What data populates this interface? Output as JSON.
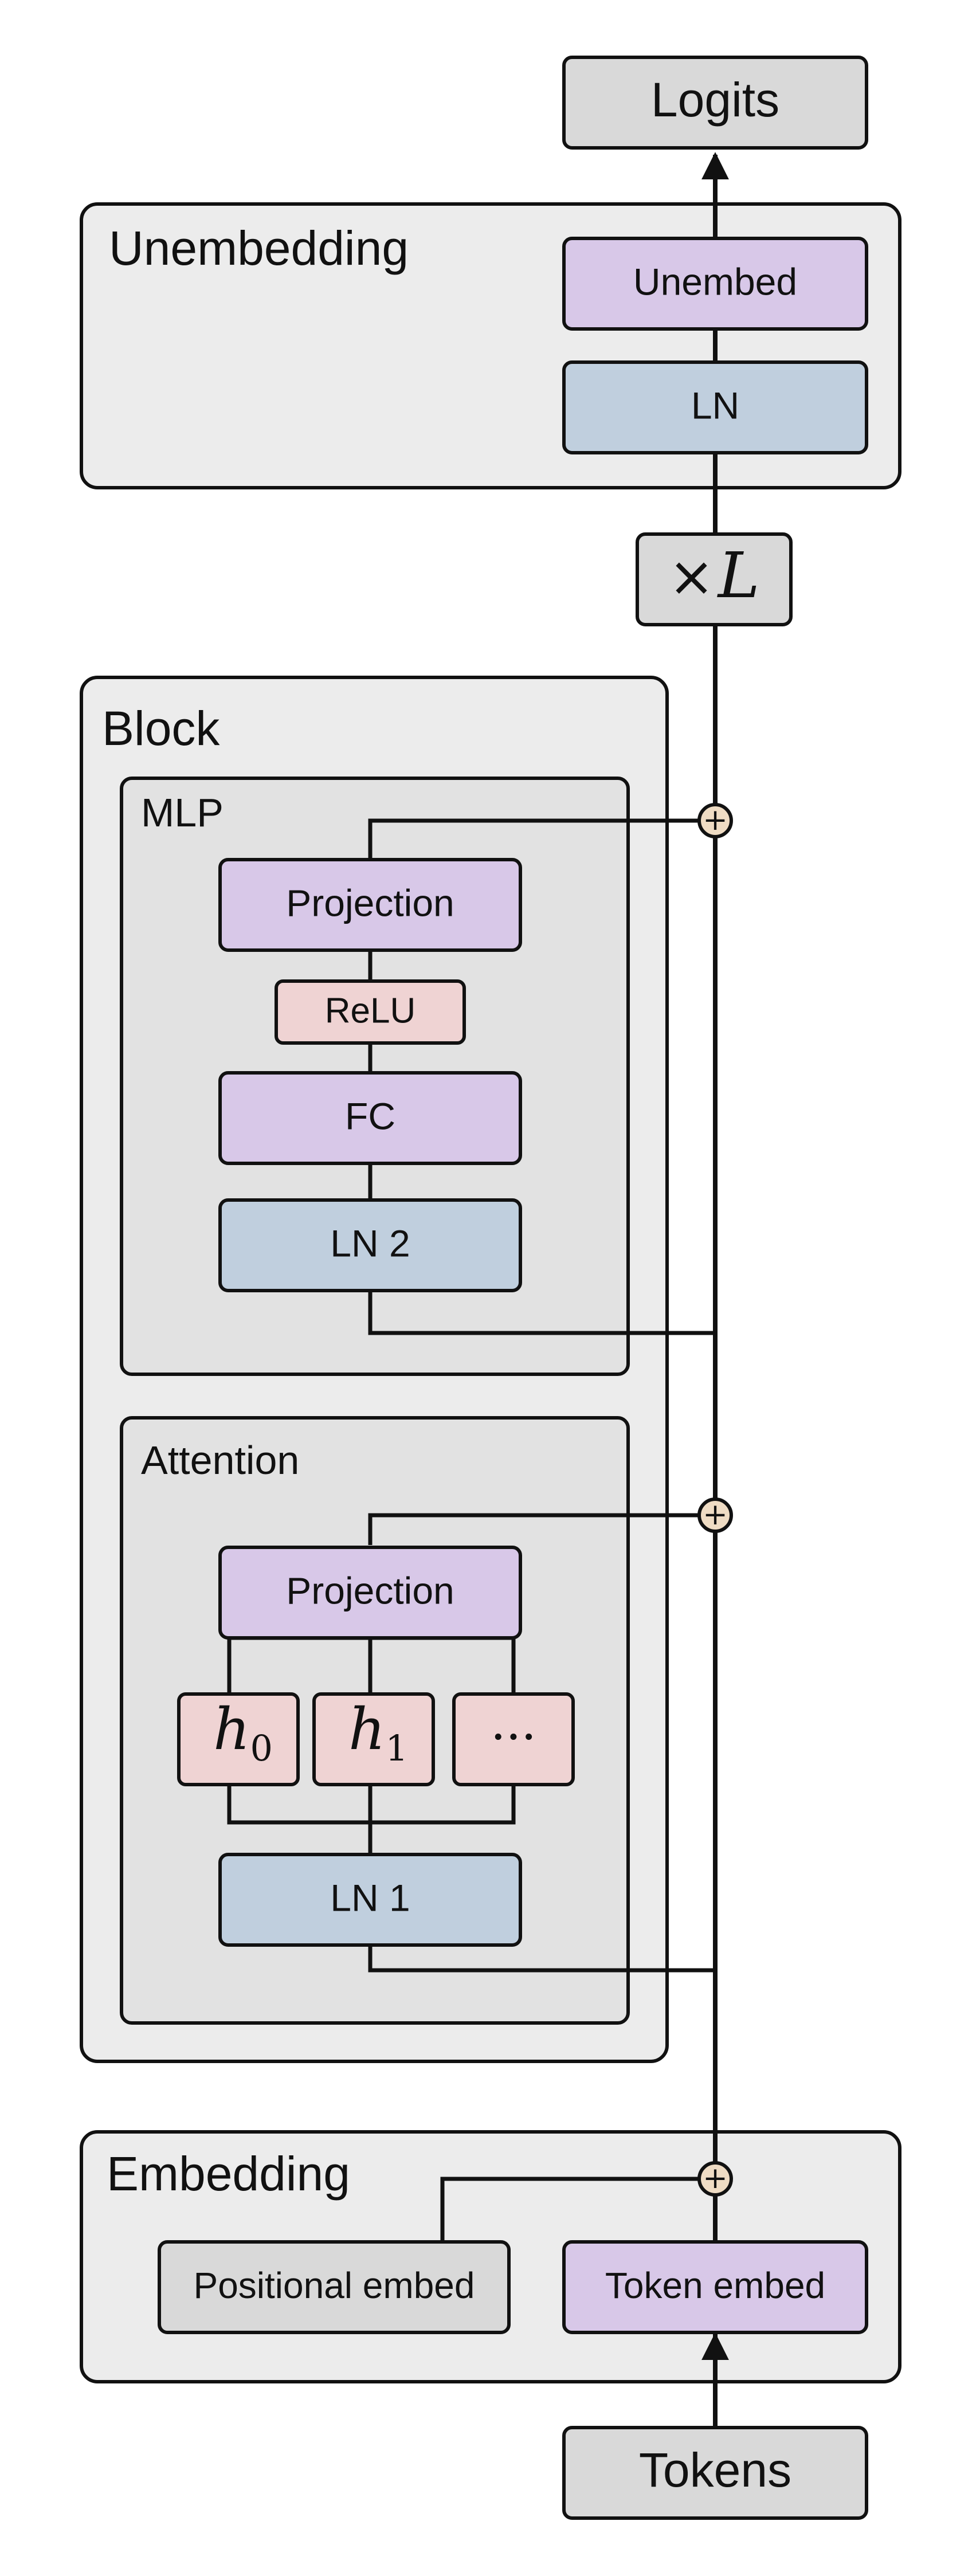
{
  "diagram": {
    "title": "",
    "colors": {
      "io_box": "#d9d9d9",
      "linear_layer": "#d8c8e8",
      "layer_norm": "#c0cfde",
      "activation": "#efd3d3",
      "group_outer": "#ececec",
      "group_inner": "#e2e2e2",
      "residual_add": "#efdcc4",
      "stroke": "#111111"
    },
    "top": {
      "output_label": "Logits",
      "unembedding_title": "Unembedding",
      "unembed_label": "Unembed",
      "ln_final_label": "LN"
    },
    "repeat": {
      "prefix": "×",
      "variable": "L"
    },
    "block": {
      "title": "Block",
      "mlp": {
        "title": "MLP",
        "projection_label": "Projection",
        "activation_label": "ReLU",
        "fc_label": "FC",
        "ln_label": "LN 2"
      },
      "attention": {
        "title": "Attention",
        "projection_label": "Projection",
        "heads": [
          {
            "base": "h",
            "sub": "0"
          },
          {
            "base": "h",
            "sub": "1"
          },
          {
            "base": "···",
            "sub": ""
          }
        ],
        "ln_label": "LN 1"
      }
    },
    "embedding": {
      "title": "Embedding",
      "positional_label": "Positional embed",
      "token_label": "Token embed"
    },
    "input_label": "Tokens",
    "add_symbol": "+"
  }
}
